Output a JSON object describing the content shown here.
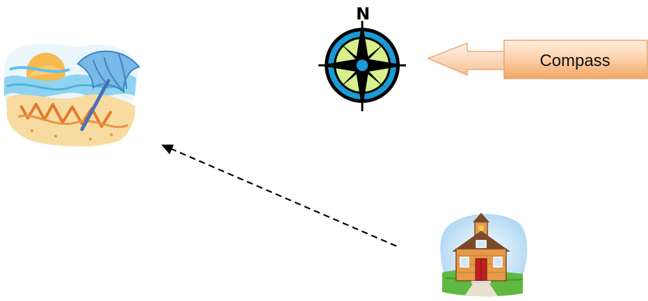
{
  "compass": {
    "north_label": "N",
    "callout_label": "Compass",
    "colors": {
      "ring_outer": "#000000",
      "ring_blue": "#1a9ad6",
      "face": "#d6f08c",
      "center": "#1a9ad6",
      "star": "#000000"
    }
  },
  "callout": {
    "fill_top": "#fde3c8",
    "fill_bottom": "#f6b27a",
    "border": "#e0a070"
  },
  "beach": {
    "icon": "beach-umbrella-clipart",
    "colors": {
      "water": "#8fd3f0",
      "sand": "#f3c46a",
      "umbrella": "#7ab8e8",
      "sun": "#f6b94d"
    }
  },
  "school": {
    "icon": "schoolhouse-clipart",
    "colors": {
      "wall": "#e59a4a",
      "roof": "#7a4a2a",
      "door": "#c02020",
      "grass": "#5fb840",
      "sky": "#bfe0f5"
    }
  },
  "path_arrow": {
    "style": "dashed",
    "color": "#000000"
  }
}
